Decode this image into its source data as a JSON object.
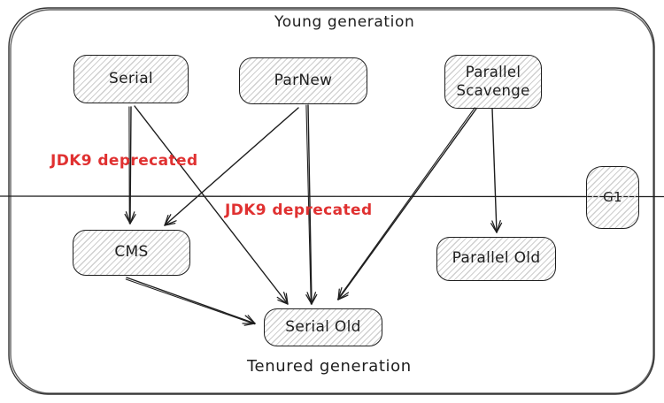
{
  "diagram": {
    "young_label": "Young generation",
    "tenured_label": "Tenured generation",
    "annotations": [
      {
        "text": "JDK9 deprecated"
      },
      {
        "text": "JDK9 deprecated"
      }
    ],
    "nodes": [
      {
        "id": "serial",
        "label": "Serial"
      },
      {
        "id": "parnew",
        "label": "ParNew"
      },
      {
        "id": "parallel-scavenge",
        "label": "Parallel Scavenge"
      },
      {
        "id": "g1",
        "label": "G1"
      },
      {
        "id": "cms",
        "label": "CMS"
      },
      {
        "id": "parallel-old",
        "label": "Parallel Old"
      },
      {
        "id": "serial-old",
        "label": "Serial Old"
      }
    ],
    "edges": [
      {
        "from": "Serial",
        "to": "CMS",
        "note": "JDK9 deprecated"
      },
      {
        "from": "Serial",
        "to": "Serial Old",
        "note": ""
      },
      {
        "from": "ParNew",
        "to": "CMS",
        "note": ""
      },
      {
        "from": "ParNew",
        "to": "Serial Old",
        "note": "JDK9 deprecated"
      },
      {
        "from": "Parallel Scavenge",
        "to": "Serial Old",
        "note": ""
      },
      {
        "from": "Parallel Scavenge",
        "to": "Parallel Old",
        "note": ""
      },
      {
        "from": "CMS",
        "to": "Serial Old",
        "note": ""
      }
    ],
    "colors": {
      "stroke": "#1e1e1e",
      "deprecated_text": "#e03131",
      "hatch": "#cfcfcf",
      "background": "#ffffff"
    }
  }
}
